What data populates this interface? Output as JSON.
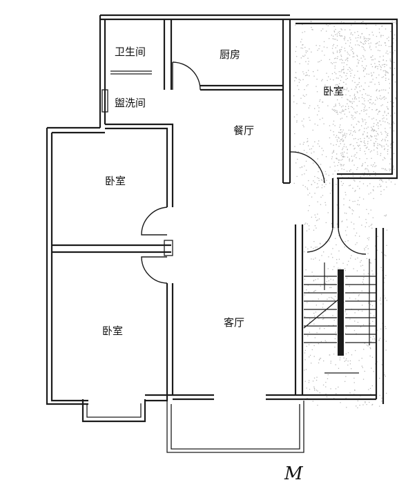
{
  "rooms": {
    "bathroom": "卫生间",
    "washroom": "盥洗间",
    "kitchen": "厨房",
    "dining": "餐厅",
    "living": "客厅",
    "bedroom_ne": "卧室",
    "bedroom_w_upper": "卧室",
    "bedroom_w_lower": "卧室"
  },
  "marker": "M",
  "colors": {
    "ink": "#1a1a1a",
    "paper": "#ffffff",
    "speckle": "#b8b8b8"
  }
}
